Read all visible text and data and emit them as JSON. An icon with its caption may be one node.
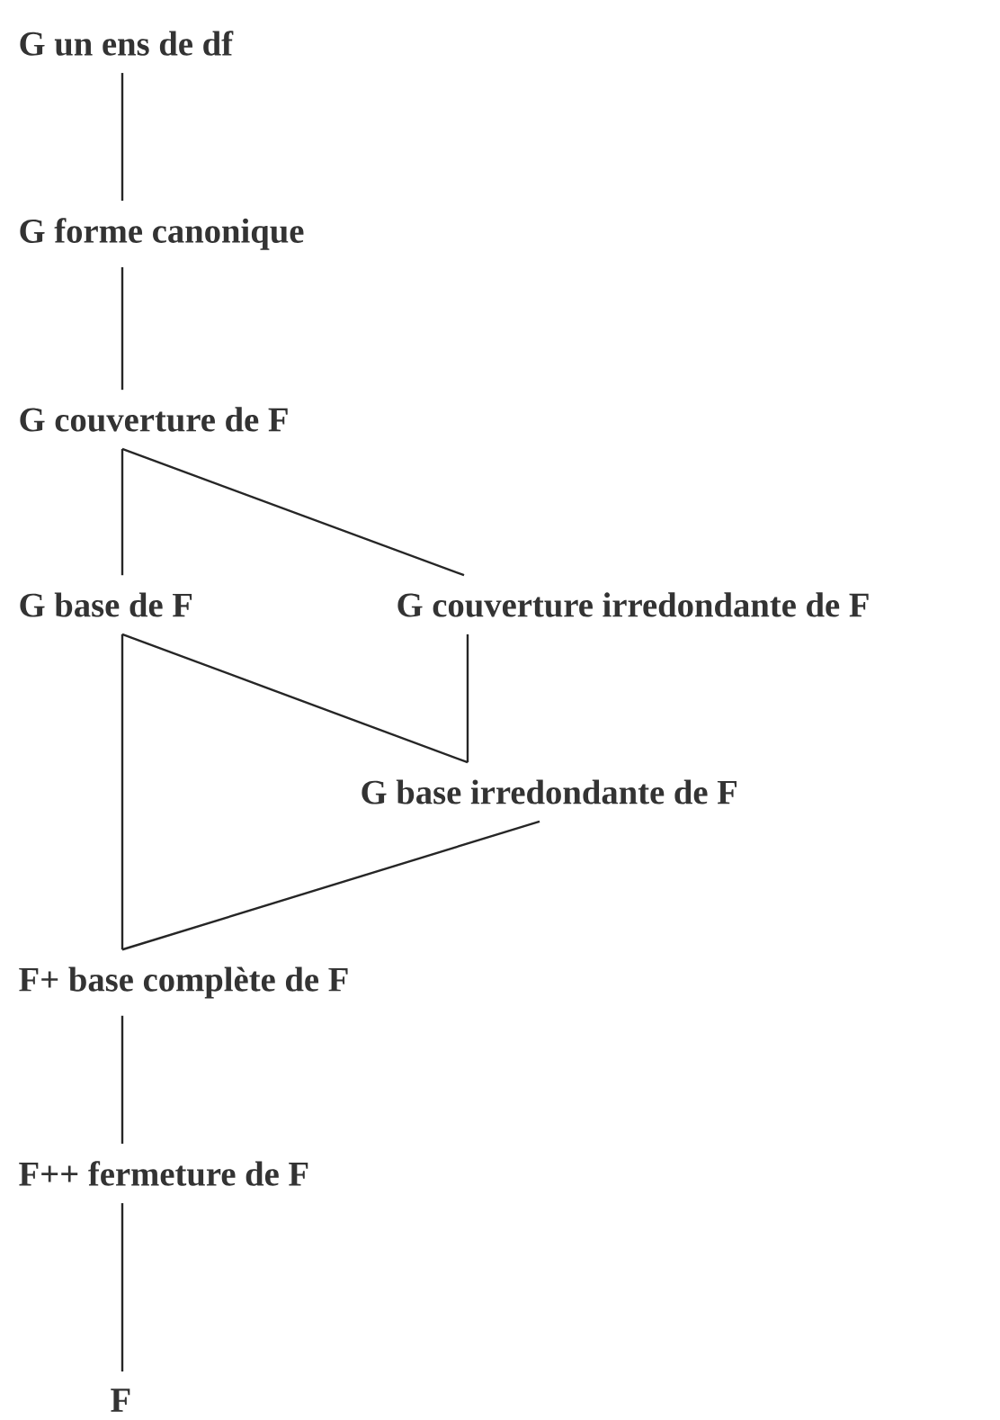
{
  "diagram": {
    "nodes": [
      {
        "text": [
          "G un ens de df"
        ]
      },
      {
        "text": [
          "G forme canonique"
        ]
      },
      {
        "text": [
          "G couverture de F"
        ]
      },
      {
        "text": [
          "G base de F"
        ]
      },
      {
        "text": [
          "G couverture irredondante de F"
        ]
      },
      {
        "text": [
          "G base irredondante de F"
        ]
      },
      {
        "text": [
          "F+ base complète de F"
        ]
      },
      {
        "text": [
          "F++ fermeture de F"
        ]
      },
      {
        "text": [
          "F"
        ]
      }
    ],
    "edges": [
      {
        "from": 0,
        "to": 1,
        "arrow": "none"
      },
      {
        "from": 1,
        "to": 2,
        "arrow": "none"
      },
      {
        "from": 2,
        "to": 3,
        "arrow": "none"
      },
      {
        "from": 2,
        "to": 4,
        "arrow": "none"
      },
      {
        "from": 3,
        "to": 5,
        "arrow": "none"
      },
      {
        "from": 4,
        "to": 5,
        "arrow": "none"
      },
      {
        "from": 5,
        "to": 6,
        "arrow": "none"
      },
      {
        "from": 3,
        "to": 6,
        "arrow": "none"
      },
      {
        "from": 6,
        "to": 7,
        "arrow": "none"
      },
      {
        "from": 7,
        "to": 8,
        "arrow": "none"
      }
    ]
  }
}
